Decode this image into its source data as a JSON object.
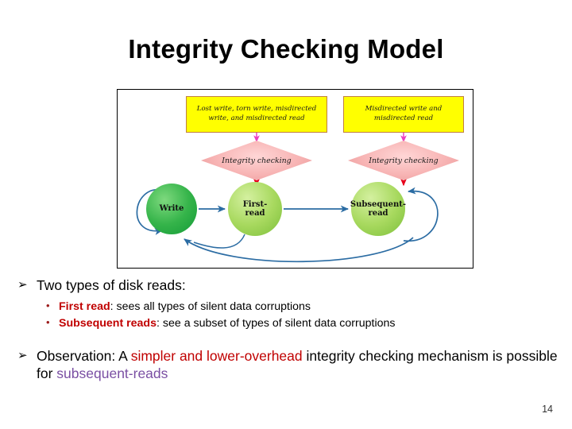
{
  "slide": {
    "title": "Integrity Checking Model",
    "page_number": "14"
  },
  "diagram": {
    "condition_boxes": [
      {
        "id": "box-lost-torn-misdirected",
        "text": "Lost write, torn write, misdirected write, and misdirected read"
      },
      {
        "id": "box-misdirected",
        "text": "Misdirected write and misdirected read"
      }
    ],
    "decisions": [
      {
        "id": "diamond-first-read-check",
        "label": "Integrity checking"
      },
      {
        "id": "diamond-subsequent-read-check",
        "label": "Integrity checking"
      }
    ],
    "states": [
      {
        "id": "state-write",
        "label": "Write",
        "color": "#35b44a"
      },
      {
        "id": "state-first-read",
        "label": "First-\nread",
        "line1": "First-",
        "line2": "read",
        "color": "#a8d95f"
      },
      {
        "id": "state-subsequent-read",
        "label": "Subsequent-\nread",
        "line1": "Subsequent-",
        "line2": "read",
        "color": "#a8d95f"
      }
    ],
    "edge_color": "#2b6ca3",
    "check_arrow_color": "#e8001c",
    "condition_arrow_color": "#ec40c0"
  },
  "content": {
    "bullet1": {
      "marker": "➢",
      "text": "Two types of disk reads:"
    },
    "sub_bullets": [
      {
        "marker": "•",
        "emphasis": "First read",
        "rest": ": sees all types of silent data corruptions"
      },
      {
        "marker": "•",
        "emphasis": "Subsequent reads",
        "rest": ": see a subset of types of silent data corruptions"
      }
    ],
    "bullet2": {
      "marker": "➢",
      "part1": "Observation: A ",
      "highlight_red": "simpler and lower-overhead",
      "part2": " integrity checking mechanism is possible for ",
      "highlight_purple": "subsequent-reads"
    }
  }
}
